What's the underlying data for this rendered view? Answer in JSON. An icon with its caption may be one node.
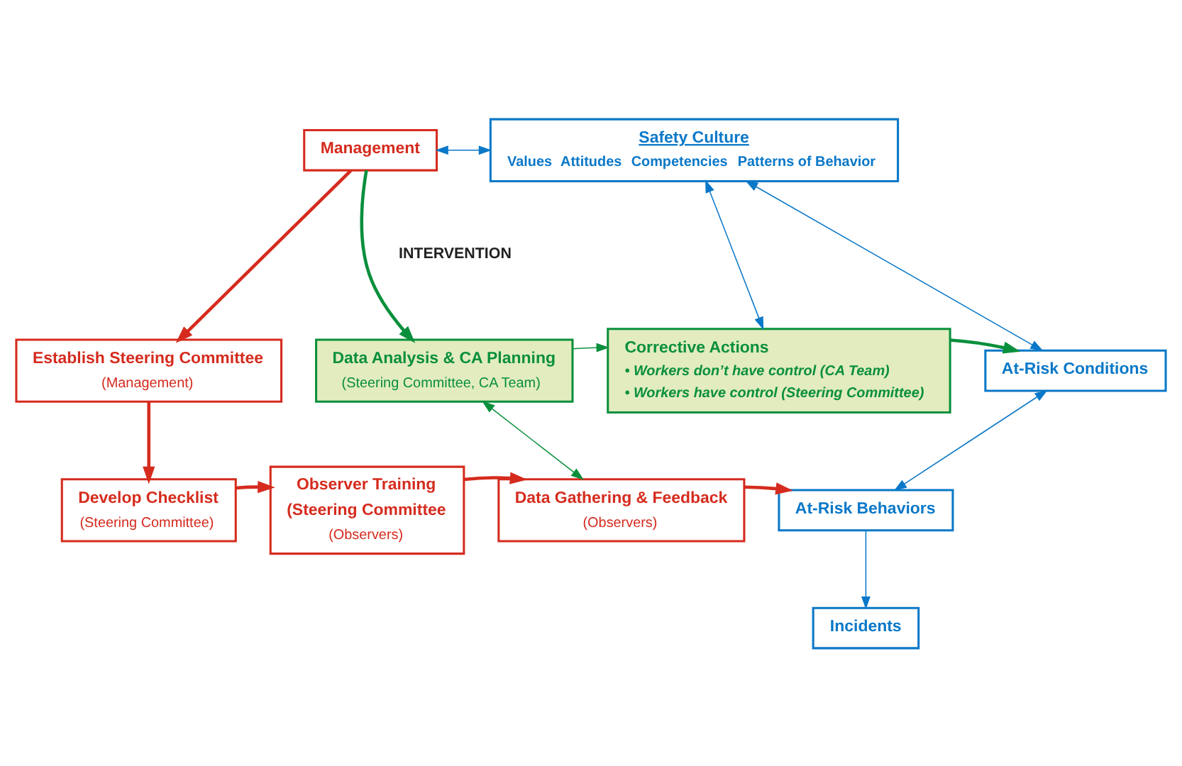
{
  "diagram": {
    "nodes": [
      {
        "text": [
          "Management"
        ]
      },
      {
        "text": [
          "Safety Culture",
          "Values",
          "Attitudes",
          "Competencies",
          "Patterns of Behavior"
        ]
      },
      {
        "text": [
          "Establish Steering Committee",
          "(Management)"
        ]
      },
      {
        "text": [
          "Data Analysis & CA Planning",
          "(Steering Committee, CA Team)"
        ]
      },
      {
        "text": [
          "Corrective Actions",
          "• Workers don’t have control (CA Team)",
          "• Workers have control (Steering Committee)"
        ]
      },
      {
        "text": [
          "At-Risk Conditions"
        ]
      },
      {
        "text": [
          "Develop Checklist",
          "(Steering Committee)"
        ]
      },
      {
        "text": [
          "Observer Training",
          "(Steering Committee",
          "(Observers)"
        ]
      },
      {
        "text": [
          "Data Gathering & Feedback",
          "(Observers)"
        ]
      },
      {
        "text": [
          "At-Risk Behaviors"
        ]
      },
      {
        "text": [
          "Incidents"
        ]
      }
    ],
    "edges": [
      {
        "from": 0,
        "to": 1,
        "arrow": "both",
        "color": "#0a78c8"
      },
      {
        "from": 0,
        "to": 2,
        "arrow": "to",
        "style": "thick",
        "color": "#d52b1e"
      },
      {
        "from": 0,
        "to": 3,
        "arrow": "to",
        "style": "thick",
        "color": "#0a8f3c"
      },
      {
        "from": 2,
        "to": 6,
        "arrow": "to",
        "style": "thick",
        "color": "#d52b1e"
      },
      {
        "from": 6,
        "to": 7,
        "arrow": "to",
        "style": "thick",
        "color": "#d52b1e"
      },
      {
        "from": 7,
        "to": 8,
        "arrow": "to",
        "style": "thick",
        "color": "#d52b1e"
      },
      {
        "from": 8,
        "to": 9,
        "arrow": "to",
        "style": "thick",
        "color": "#d52b1e"
      },
      {
        "from": 3,
        "to": 4,
        "arrow": "to",
        "color": "#0a8f3c"
      },
      {
        "from": 4,
        "to": 5,
        "arrow": "to",
        "style": "thick",
        "color": "#0a8f3c"
      },
      {
        "from": 3,
        "to": 8,
        "arrow": "both",
        "color": "#0a8f3c"
      },
      {
        "from": 1,
        "to": 4,
        "arrow": "both",
        "color": "#0a78c8"
      },
      {
        "from": 5,
        "to": 1,
        "arrow": "both",
        "color": "#0a78c8"
      },
      {
        "from": 5,
        "to": 9,
        "arrow": "both",
        "color": "#0a78c8"
      },
      {
        "from": 9,
        "to": 10,
        "arrow": "to",
        "color": "#0a78c8"
      }
    ],
    "labels": [
      "INTERVENTION"
    ]
  }
}
